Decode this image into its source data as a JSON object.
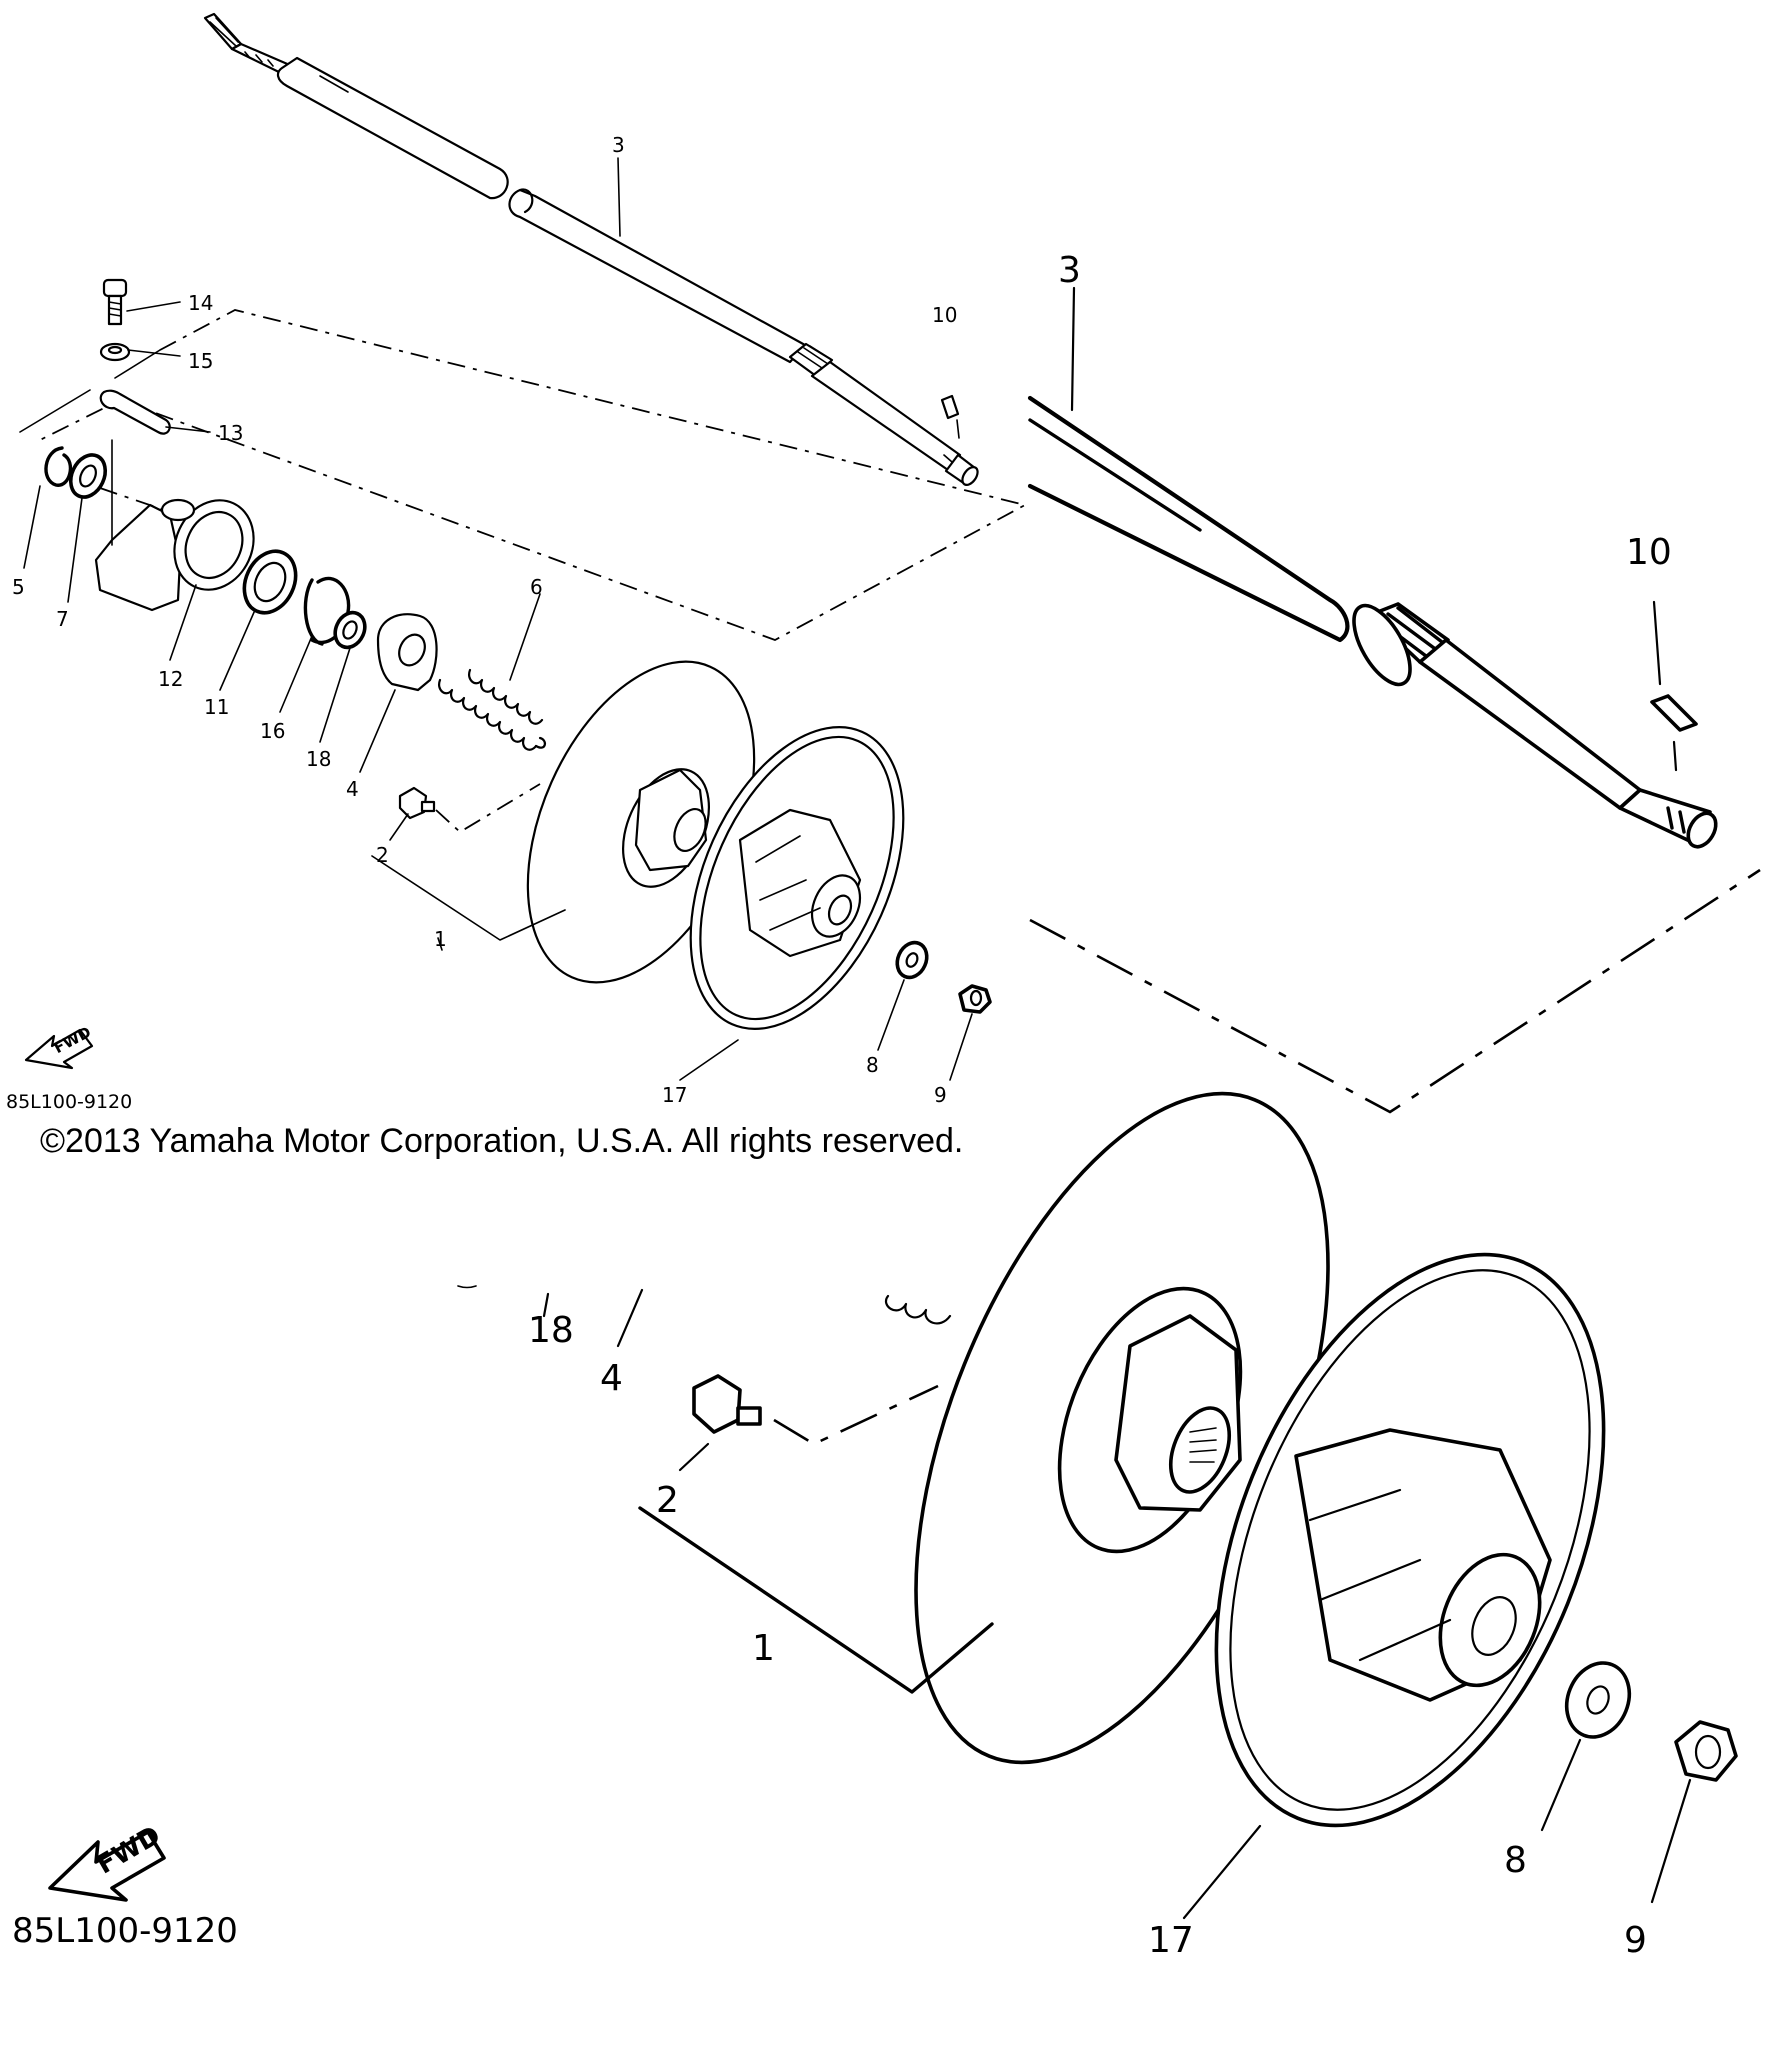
{
  "overview": {
    "labels": [
      "1",
      "2",
      "3",
      "4",
      "5",
      "6",
      "7",
      "8",
      "9",
      "10",
      "11",
      "12",
      "13",
      "14",
      "15",
      "16",
      "17",
      "18"
    ],
    "fwd": "FWD",
    "part_code": "85L100-9120"
  },
  "copyright": "©2013 Yamaha Motor Corporation, U.S.A. All rights reserved.",
  "detail_shaft": {
    "labels": [
      "3",
      "10"
    ]
  },
  "detail_pulley": {
    "labels": [
      "18",
      "4",
      "2",
      "1",
      "17",
      "8",
      "9"
    ],
    "fwd": "FWD",
    "part_code": "85L100-9120"
  }
}
